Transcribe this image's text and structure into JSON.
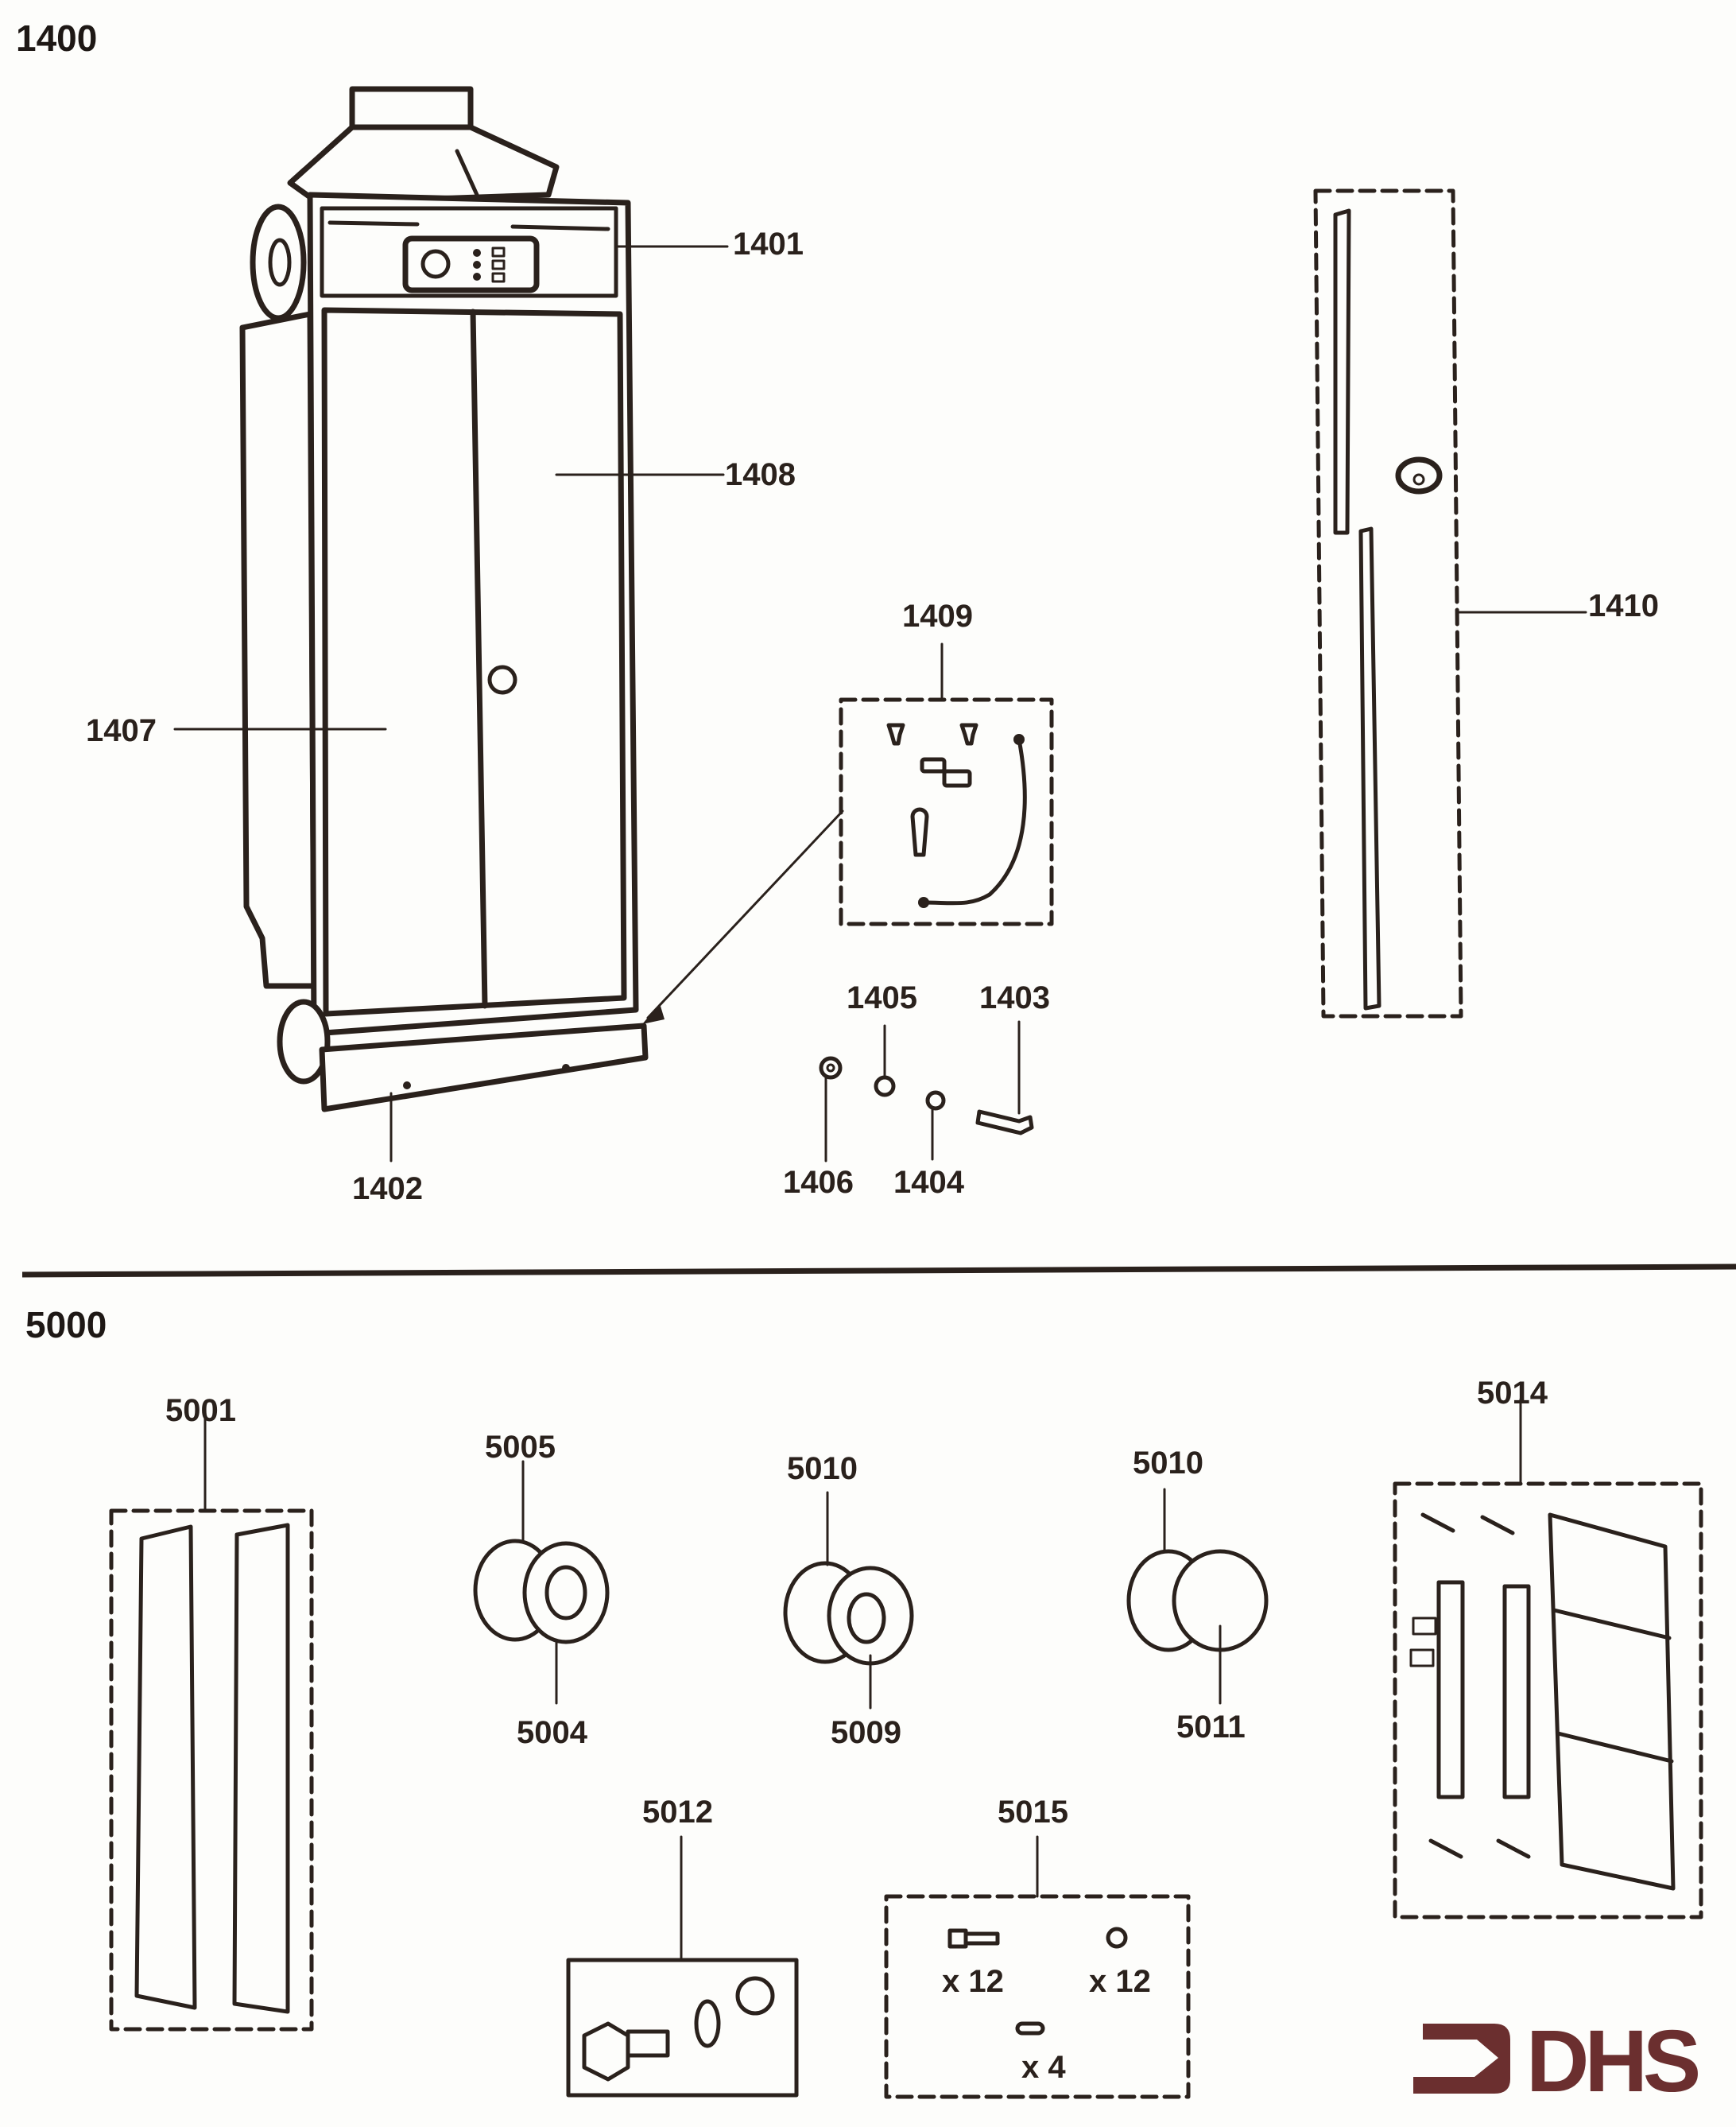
{
  "sections": [
    {
      "id": "1400",
      "title": "1400"
    },
    {
      "id": "5000",
      "title": "5000"
    }
  ],
  "callouts_1400": {
    "c1401": "1401",
    "c1402": "1402",
    "c1403": "1403",
    "c1404": "1404",
    "c1405": "1405",
    "c1406": "1406",
    "c1407": "1407",
    "c1408": "1408",
    "c1409": "1409",
    "c1410": "1410"
  },
  "callouts_5000": {
    "c5001": "5001",
    "c5004": "5004",
    "c5005": "5005",
    "c5009": "5009",
    "c5010a": "5010",
    "c5010b": "5010",
    "c5011": "5011",
    "c5012": "5012",
    "c5014": "5014",
    "c5015": "5015"
  },
  "kit_5015": {
    "bolt_qty": "x 12",
    "nut_qty": "x 12",
    "pin_qty": "x 4"
  },
  "logo": {
    "text": "DHS",
    "color": "#6b2f2f"
  }
}
